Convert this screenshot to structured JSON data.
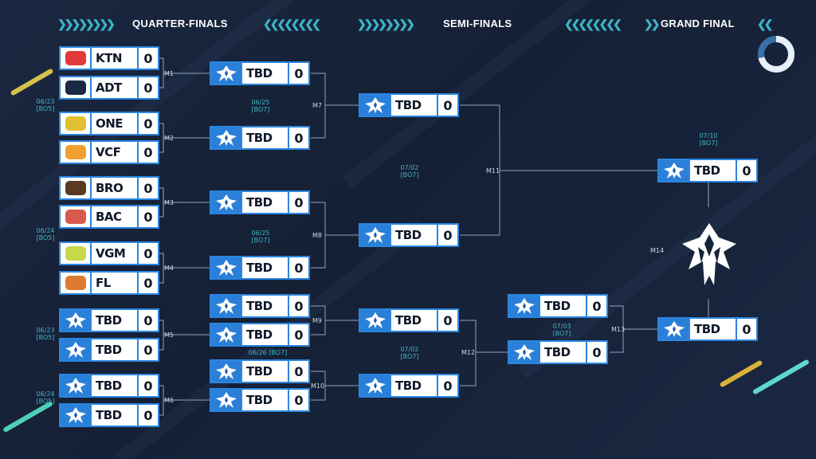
{
  "headers": {
    "quarterfinals": "QUARTER-FINALS",
    "semifinals": "SEMI-FINALS",
    "grandfinal": "GRAND FINAL"
  },
  "colors": {
    "accent": "#2a86e0",
    "teal": "#3db4c8",
    "background": "#17233a"
  },
  "teams": {
    "r1_1": {
      "name": "KTN",
      "score": "0",
      "logo": "ktn-logo"
    },
    "r1_2": {
      "name": "ADT",
      "score": "0",
      "logo": "adt-logo"
    },
    "r1_3": {
      "name": "ONE",
      "score": "0",
      "logo": "one-logo"
    },
    "r1_4": {
      "name": "VCF",
      "score": "0",
      "logo": "vcf-logo"
    },
    "r1_5": {
      "name": "BRO",
      "score": "0",
      "logo": "bro-logo"
    },
    "r1_6": {
      "name": "BAC",
      "score": "0",
      "logo": "bac-logo"
    },
    "r1_7": {
      "name": "VGM",
      "score": "0",
      "logo": "vgm-logo"
    },
    "r1_8": {
      "name": "FL",
      "score": "0",
      "logo": "fl-logo"
    },
    "r1_9": {
      "name": "TBD",
      "score": "0",
      "logo": "tbd-logo"
    },
    "r1_10": {
      "name": "TBD",
      "score": "0",
      "logo": "tbd-logo"
    },
    "r1_11": {
      "name": "TBD",
      "score": "0",
      "logo": "tbd-logo"
    },
    "r1_12": {
      "name": "TBD",
      "score": "0",
      "logo": "tbd-logo"
    },
    "r2_1": {
      "name": "TBD",
      "score": "0",
      "logo": "tbd-logo"
    },
    "r2_2": {
      "name": "TBD",
      "score": "0",
      "logo": "tbd-logo"
    },
    "r2_3": {
      "name": "TBD",
      "score": "0",
      "logo": "tbd-logo"
    },
    "r2_4": {
      "name": "TBD",
      "score": "0",
      "logo": "tbd-logo"
    },
    "r2_5": {
      "name": "TBD",
      "score": "0",
      "logo": "tbd-logo"
    },
    "r2_6": {
      "name": "TBD",
      "score": "0",
      "logo": "tbd-logo"
    },
    "r2_7": {
      "name": "TBD",
      "score": "0",
      "logo": "tbd-logo"
    },
    "r2_8": {
      "name": "TBD",
      "score": "0",
      "logo": "tbd-logo"
    },
    "r3_1": {
      "name": "TBD",
      "score": "0",
      "logo": "tbd-logo"
    },
    "r3_2": {
      "name": "TBD",
      "score": "0",
      "logo": "tbd-logo"
    },
    "r3_3": {
      "name": "TBD",
      "score": "0",
      "logo": "tbd-logo"
    },
    "r3_4": {
      "name": "TBD",
      "score": "0",
      "logo": "tbd-logo"
    },
    "lb_1": {
      "name": "TBD",
      "score": "0",
      "logo": "tbd-logo"
    },
    "lb_2": {
      "name": "TBD",
      "score": "0",
      "logo": "tbd-logo"
    },
    "gf_1": {
      "name": "TBD",
      "score": "0",
      "logo": "tbd-logo"
    },
    "gf_2": {
      "name": "TBD",
      "score": "0",
      "logo": "tbd-logo"
    }
  },
  "matches": {
    "m1": "M1",
    "m2": "M2",
    "m3": "M3",
    "m4": "M4",
    "m5": "M5",
    "m6": "M6",
    "m7": "M7",
    "m8": "M8",
    "m9": "M9",
    "m10": "M10",
    "m11": "M11",
    "m12": "M12",
    "m13": "M13",
    "m14": "M14"
  },
  "dates": {
    "d1": {
      "date": "06/23",
      "format": "[BO5]"
    },
    "d2": {
      "date": "06/24",
      "format": "[BO5]"
    },
    "d3": {
      "date": "06/23",
      "format": "[BO5]"
    },
    "d4": {
      "date": "06/24",
      "format": "[BO5]"
    },
    "d5": {
      "date": "06/25",
      "format": "[BO7]"
    },
    "d6": {
      "date": "06/25",
      "format": "[BO7]"
    },
    "d7": {
      "date": "06/26",
      "format": "[BO7]"
    },
    "d8": {
      "date": "07/02",
      "format": "[BO7]"
    },
    "d9": {
      "date": "07/02",
      "format": "[BO7]"
    },
    "d10": {
      "date": "07/03",
      "format": "[BO7]"
    },
    "d11": {
      "date": "07/10",
      "format": "[BO7]"
    }
  }
}
